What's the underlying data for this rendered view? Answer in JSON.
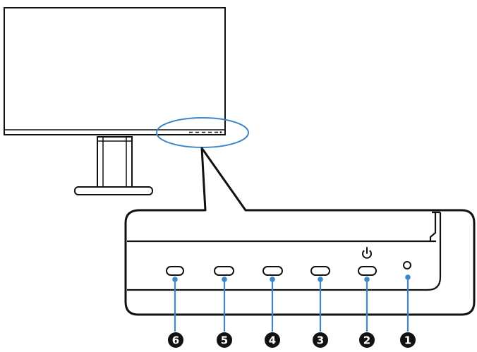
{
  "figure": {
    "buttons": [
      {
        "id": "6",
        "label": "6",
        "icon": "button-6"
      },
      {
        "id": "5",
        "label": "5",
        "icon": "button-5"
      },
      {
        "id": "4",
        "label": "4",
        "icon": "button-4"
      },
      {
        "id": "3",
        "label": "3",
        "icon": "button-3"
      },
      {
        "id": "2",
        "label": "2",
        "icon": "power-button",
        "marked_with": "power-icon"
      },
      {
        "id": "1",
        "label": "1",
        "icon": "power-indicator-led"
      }
    ],
    "colors": {
      "line": "#111111",
      "highlight": "#3f86c6",
      "fill": "#ffffff"
    }
  }
}
